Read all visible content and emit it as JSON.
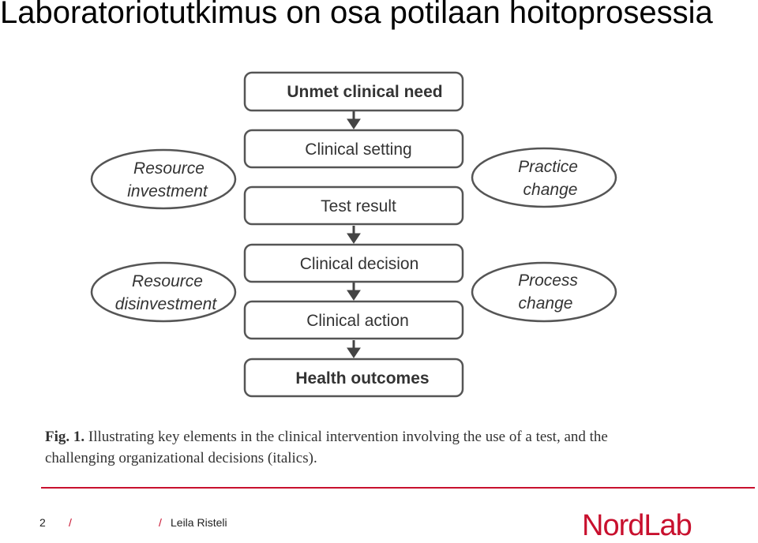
{
  "slide": {
    "title": "Laboratoriotutkimus on osa potilaan hoitoprosessia"
  },
  "diagram": {
    "boxes": [
      "Unmet clinical need",
      "Clinical setting",
      "Test result",
      "Clinical decision",
      "Clinical action",
      "Health outcomes"
    ],
    "ellipses_left": [
      {
        "line1": "Resource",
        "line2": "investment"
      },
      {
        "line1": "Resource",
        "line2": "disinvestment"
      }
    ],
    "ellipses_right": [
      {
        "line1": "Practice",
        "line2": "change"
      },
      {
        "line1": "Process",
        "line2": "change"
      }
    ],
    "colors": {
      "stroke": "#555555",
      "text": "#333333"
    }
  },
  "caption": {
    "label": "Fig. 1.",
    "text": "Illustrating key elements in the clinical intervention involving the use of a test, and the challenging organizational decisions (italics)."
  },
  "footer": {
    "page_number": "2",
    "separator1": "/",
    "separator2": "/",
    "author": "Leila Risteli",
    "logo_text": "NordLab",
    "accent_color": "#c8102e"
  }
}
